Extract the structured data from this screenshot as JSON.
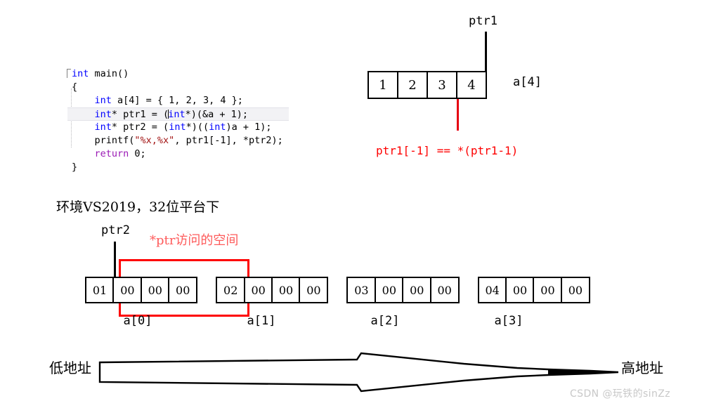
{
  "code": {
    "lines": [
      [
        {
          "t": "int",
          "c": "kw"
        },
        {
          "t": " main()",
          "c": "plain"
        }
      ],
      [
        {
          "t": "{",
          "c": "plain"
        }
      ],
      [
        {
          "t": "    ",
          "c": "plain"
        },
        {
          "t": "int",
          "c": "kw"
        },
        {
          "t": " a[4] = { 1, 2, 3, 4 };",
          "c": "plain"
        }
      ],
      [
        {
          "t": "    ",
          "c": "plain"
        },
        {
          "t": "int",
          "c": "kw"
        },
        {
          "t": "* ptr1 = (",
          "c": "plain"
        },
        {
          "t": "int",
          "c": "kw"
        },
        {
          "t": "*)(&a + 1);",
          "c": "plain"
        }
      ],
      [
        {
          "t": "    ",
          "c": "plain"
        },
        {
          "t": "int",
          "c": "kw"
        },
        {
          "t": "* ptr2 = (",
          "c": "plain"
        },
        {
          "t": "int",
          "c": "kw"
        },
        {
          "t": "*)((",
          "c": "plain"
        },
        {
          "t": "int",
          "c": "kw"
        },
        {
          "t": ")a + 1);",
          "c": "plain"
        }
      ],
      [
        {
          "t": "    printf(",
          "c": "plain"
        },
        {
          "t": "\"%x,%x\"",
          "c": "str"
        },
        {
          "t": ", ptr1[-1], *ptr2);",
          "c": "plain"
        }
      ],
      [
        {
          "t": "    ",
          "c": "plain"
        },
        {
          "t": "return",
          "c": "ret"
        },
        {
          "t": " 0;",
          "c": "plain"
        }
      ],
      [
        {
          "t": "}",
          "c": "plain"
        }
      ]
    ],
    "current_line_index": 3,
    "raw_text": "int main()\n{\n    int a[4] = { 1, 2, 3, 4 };\n    int* ptr1 = (int*)(&a + 1);\n    int* ptr2 = (int*)((int)a + 1);\n    printf(\"%x,%x\", ptr1[-1], *ptr2);\n    return 0;\n}",
    "colors": {
      "keyword": "#0000ff",
      "return": "#9a19b5",
      "string": "#a31515",
      "plain": "#000000",
      "current_line_bg": "#f2f2f5"
    }
  },
  "array_diagram": {
    "cells": [
      "1",
      "2",
      "3",
      "4"
    ],
    "array_label": "a[4]",
    "pointer_label": "ptr1",
    "annotation": "ptr1[-1] == *(ptr1-1)",
    "annotation_color": "#fe0000"
  },
  "env_note": "环境VS2019，32位平台下",
  "memory_diagram": {
    "pointer_label": "ptr2",
    "access_note": "*ptr访问的空间",
    "access_note_color": "#fe5b5b",
    "highlight_color": "#fe0000",
    "groups": [
      {
        "label": "a[0]",
        "bytes": [
          "01",
          "00",
          "00",
          "00"
        ]
      },
      {
        "label": "a[1]",
        "bytes": [
          "02",
          "00",
          "00",
          "00"
        ]
      },
      {
        "label": "a[2]",
        "bytes": [
          "03",
          "00",
          "00",
          "00"
        ]
      },
      {
        "label": "a[3]",
        "bytes": [
          "04",
          "00",
          "00",
          "00"
        ]
      }
    ]
  },
  "axis": {
    "low_label": "低地址",
    "high_label": "高地址"
  },
  "watermark": "CSDN @玩铁的sinZz"
}
